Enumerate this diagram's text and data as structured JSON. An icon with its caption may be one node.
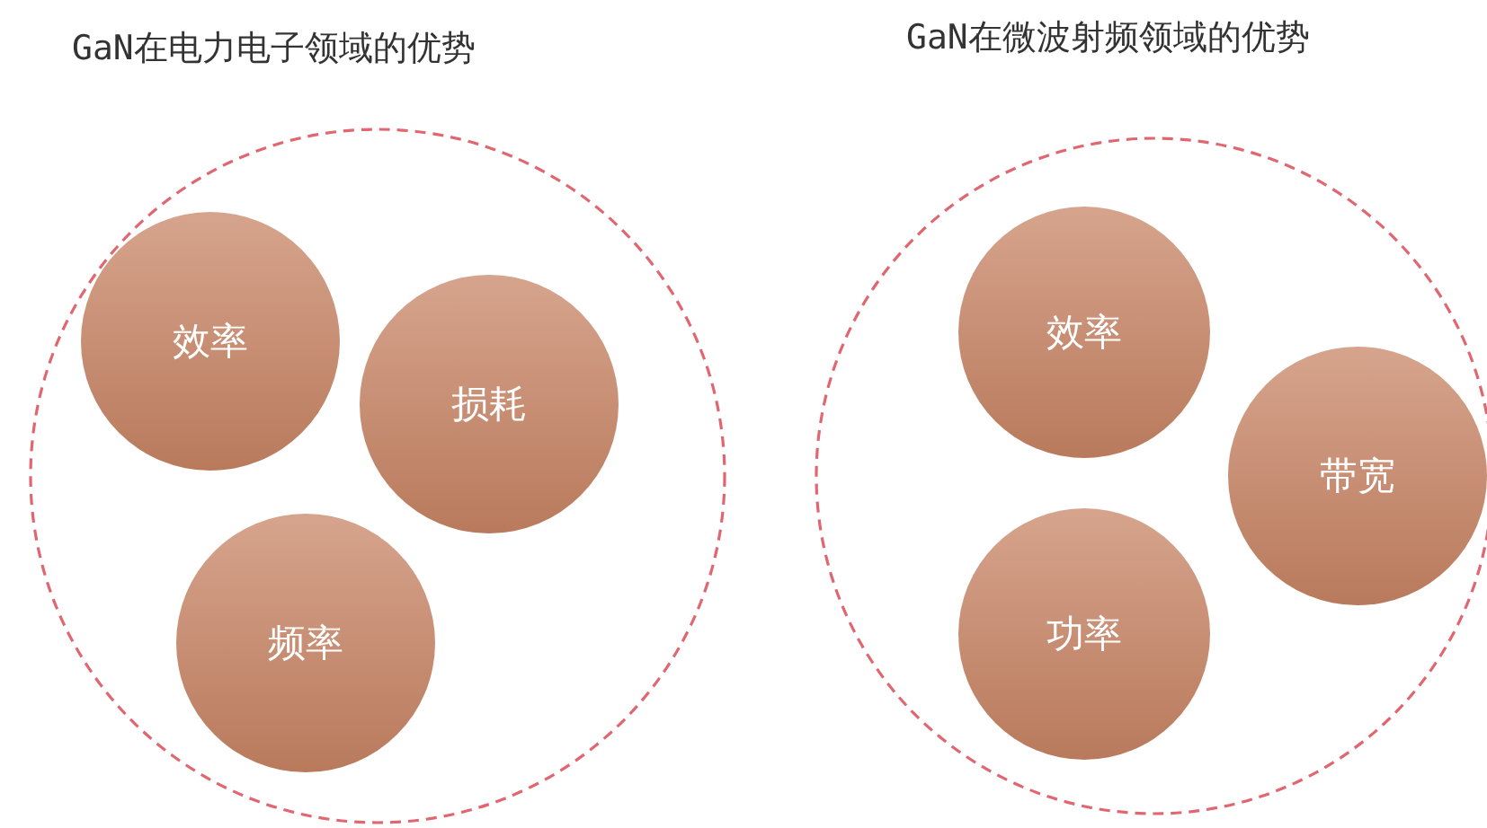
{
  "diagram": {
    "nodes": [
      {
        "text": [
          "GaN在电力电子领域的优势"
        ]
      },
      {
        "text": [
          "效率"
        ],
        "in": 0
      },
      {
        "text": [
          "损耗"
        ],
        "in": 0
      },
      {
        "text": [
          "频率"
        ],
        "in": 0
      },
      {
        "text": [
          "GaN在微波射频领域的优势"
        ]
      },
      {
        "text": [
          "效率"
        ],
        "in": 4
      },
      {
        "text": [
          "带宽"
        ],
        "in": 4
      },
      {
        "text": [
          "功率"
        ],
        "in": 4
      }
    ]
  }
}
